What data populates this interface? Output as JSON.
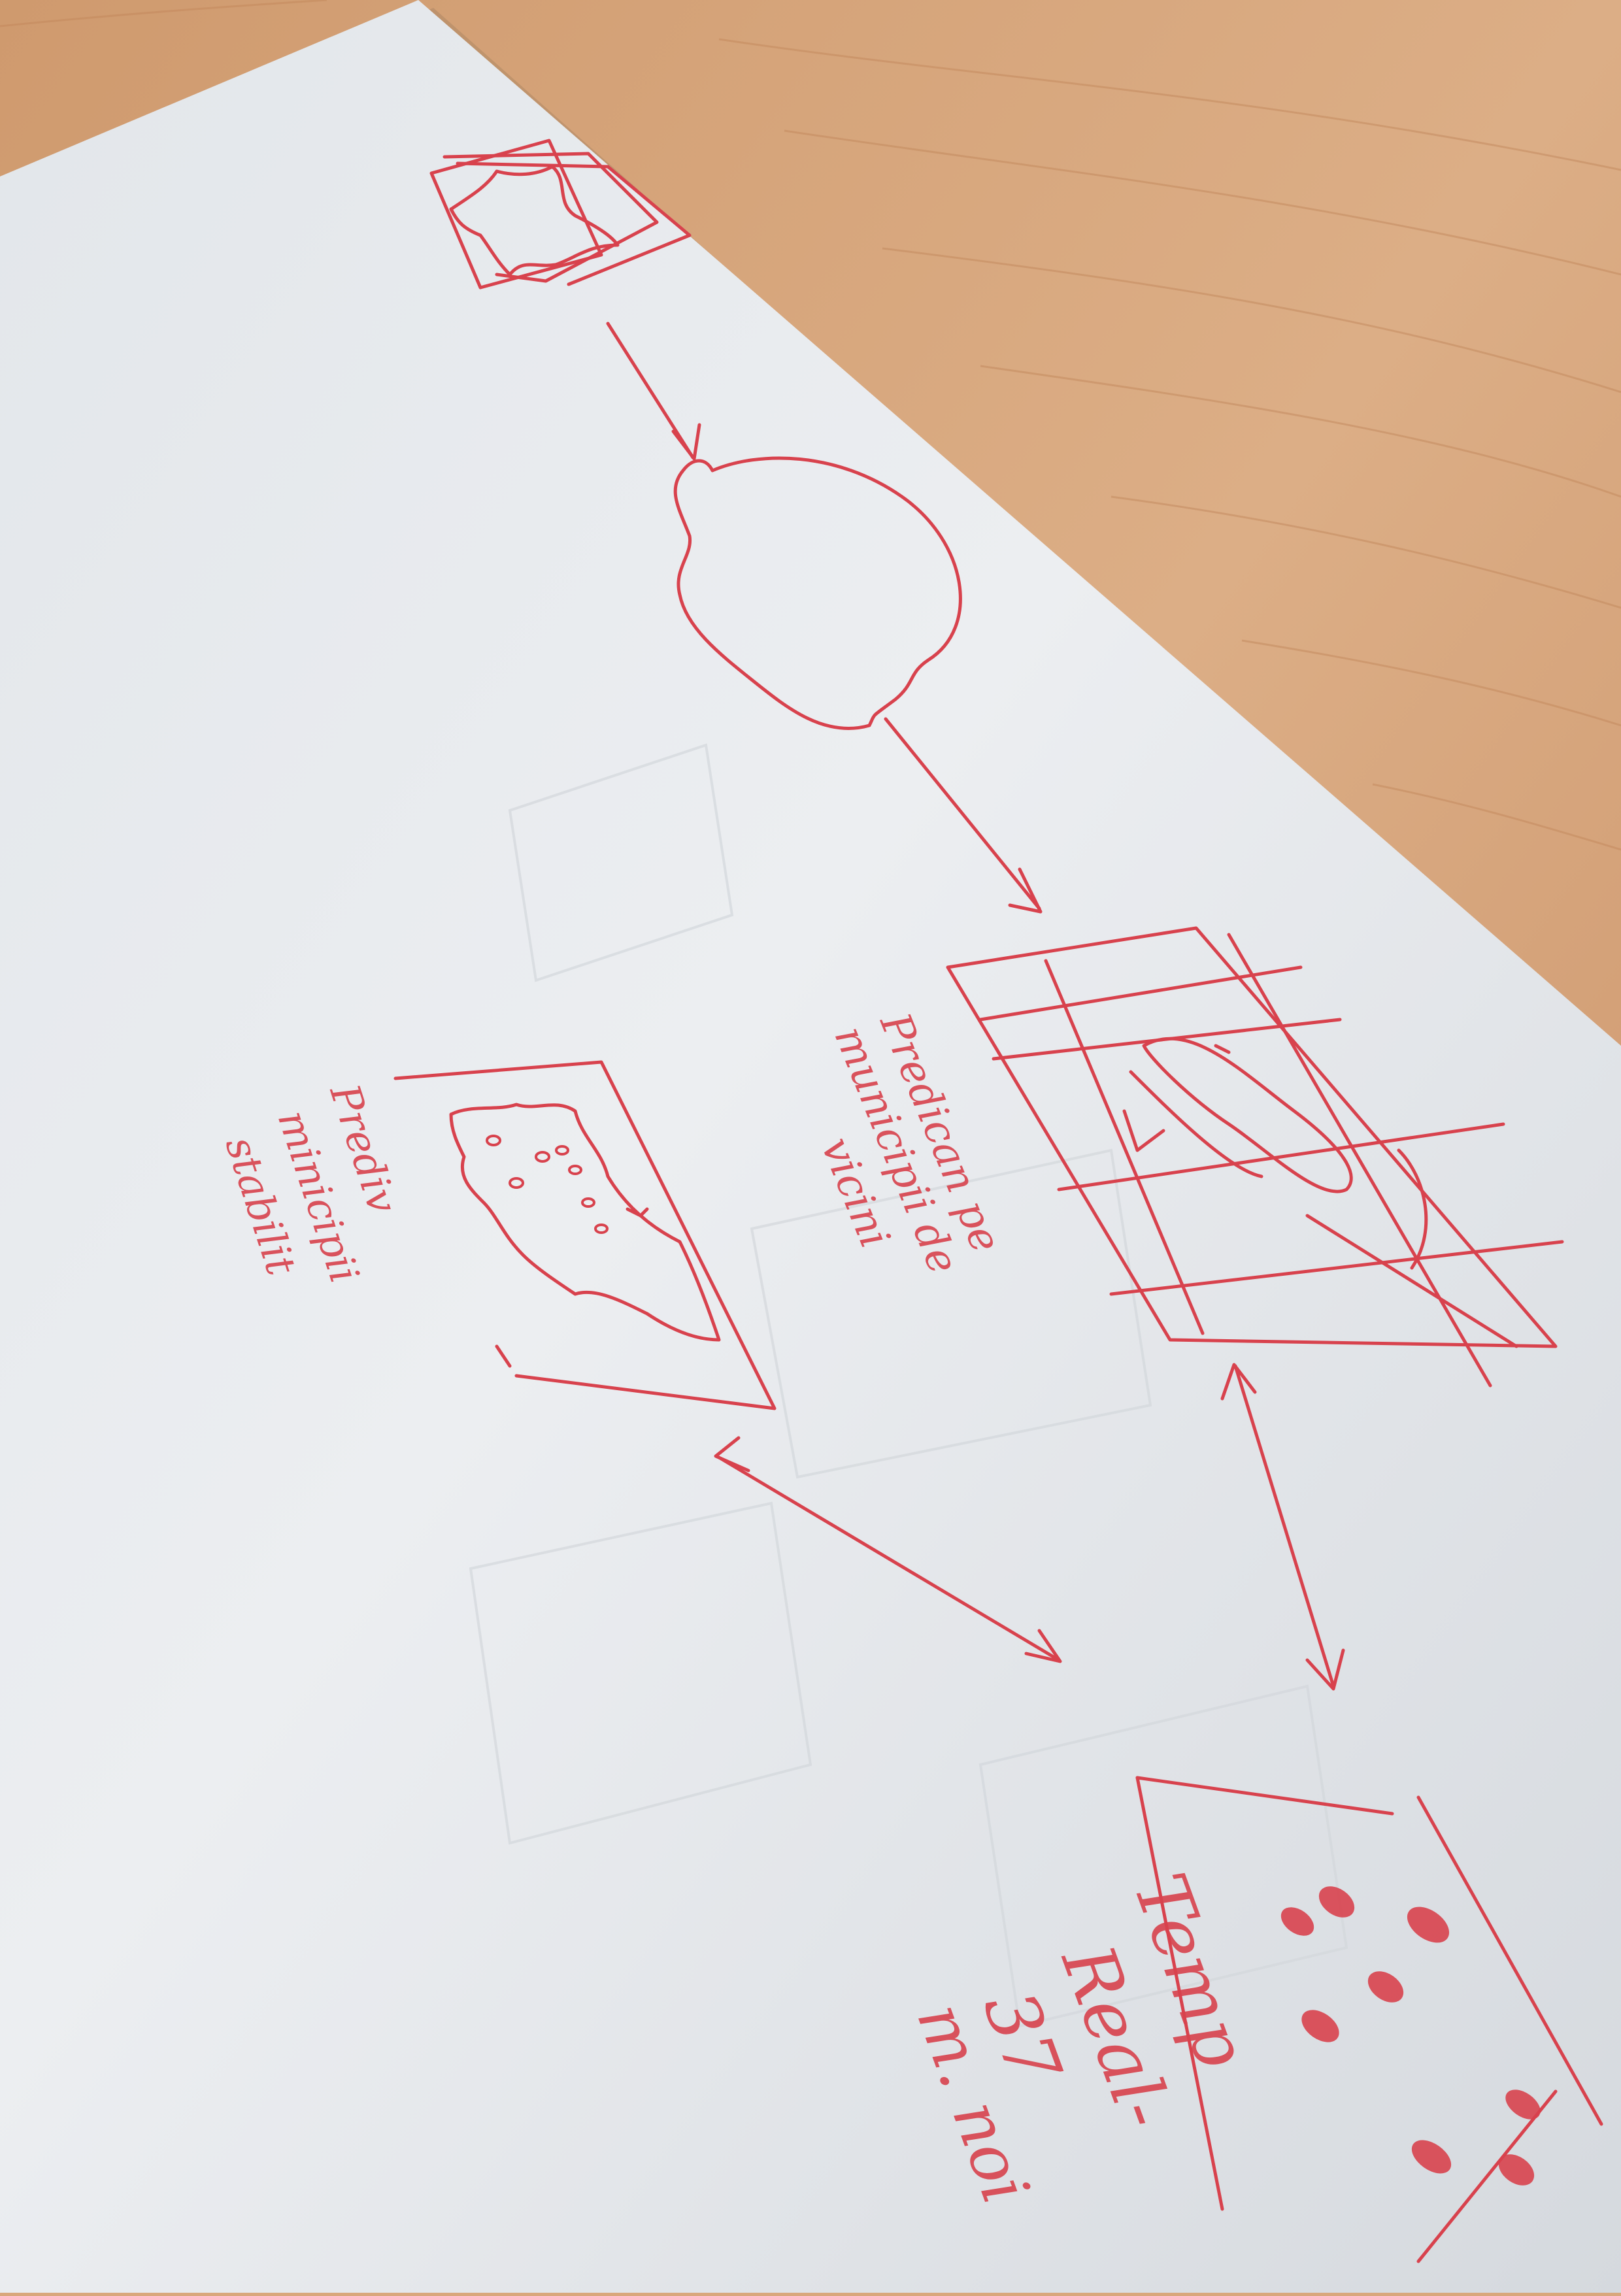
{
  "photo": {
    "subject": "hand-drawn red-pen sketch on white paper lying on a wooden desk",
    "colors": {
      "desk": "#d9a77c",
      "desk_grain": "#c98f63",
      "paper": "#e9ecef",
      "paper_shadow": "#c9ced4",
      "ink": "#d8424d"
    }
  },
  "sketch": {
    "note_left": [
      "Prediv",
      "minicipii",
      "stabilit"
    ],
    "note_middle": [
      "Predican pe",
      "municipii de",
      "vicini"
    ],
    "note_right": [
      "Temp",
      "Real-",
      "37",
      "m. noi"
    ]
  }
}
